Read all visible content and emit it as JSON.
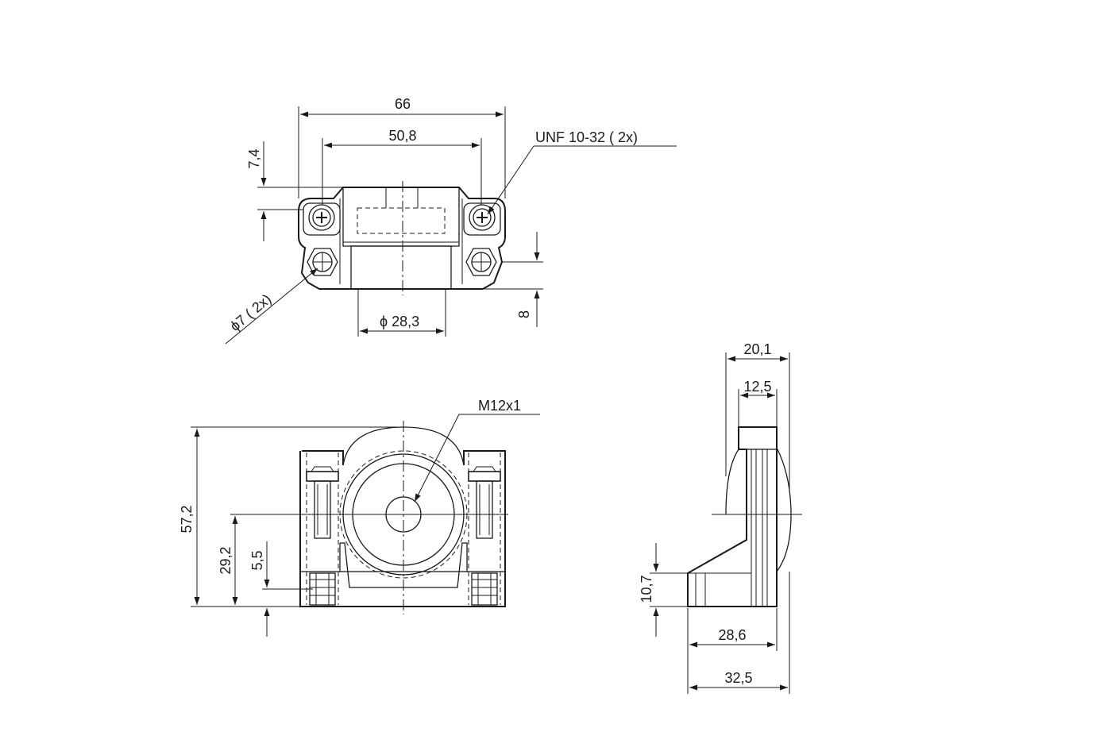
{
  "top_view": {
    "dim_width_overall": "66",
    "dim_hole_spacing": "50,8",
    "dim_height_top": "7,4",
    "dim_thread_label": "UNF 10-32  ( 2x)",
    "dim_hole_dia": "ϕ7 ( 2x)",
    "dim_bore_dia": "ϕ 28,3",
    "dim_step": "8"
  },
  "front_view": {
    "dim_height_overall": "57,2",
    "dim_center_height": "29,2",
    "dim_base_offset": "5,5",
    "dim_thread_label": "M12x1"
  },
  "side_view": {
    "dim_width_top": "20,1",
    "dim_width_inner": "12,5",
    "dim_foot_height": "10,7",
    "dim_depth_inner": "28,6",
    "dim_depth_overall": "32,5"
  },
  "colors": {
    "line": "#1a1a1a",
    "background": "#ffffff"
  }
}
